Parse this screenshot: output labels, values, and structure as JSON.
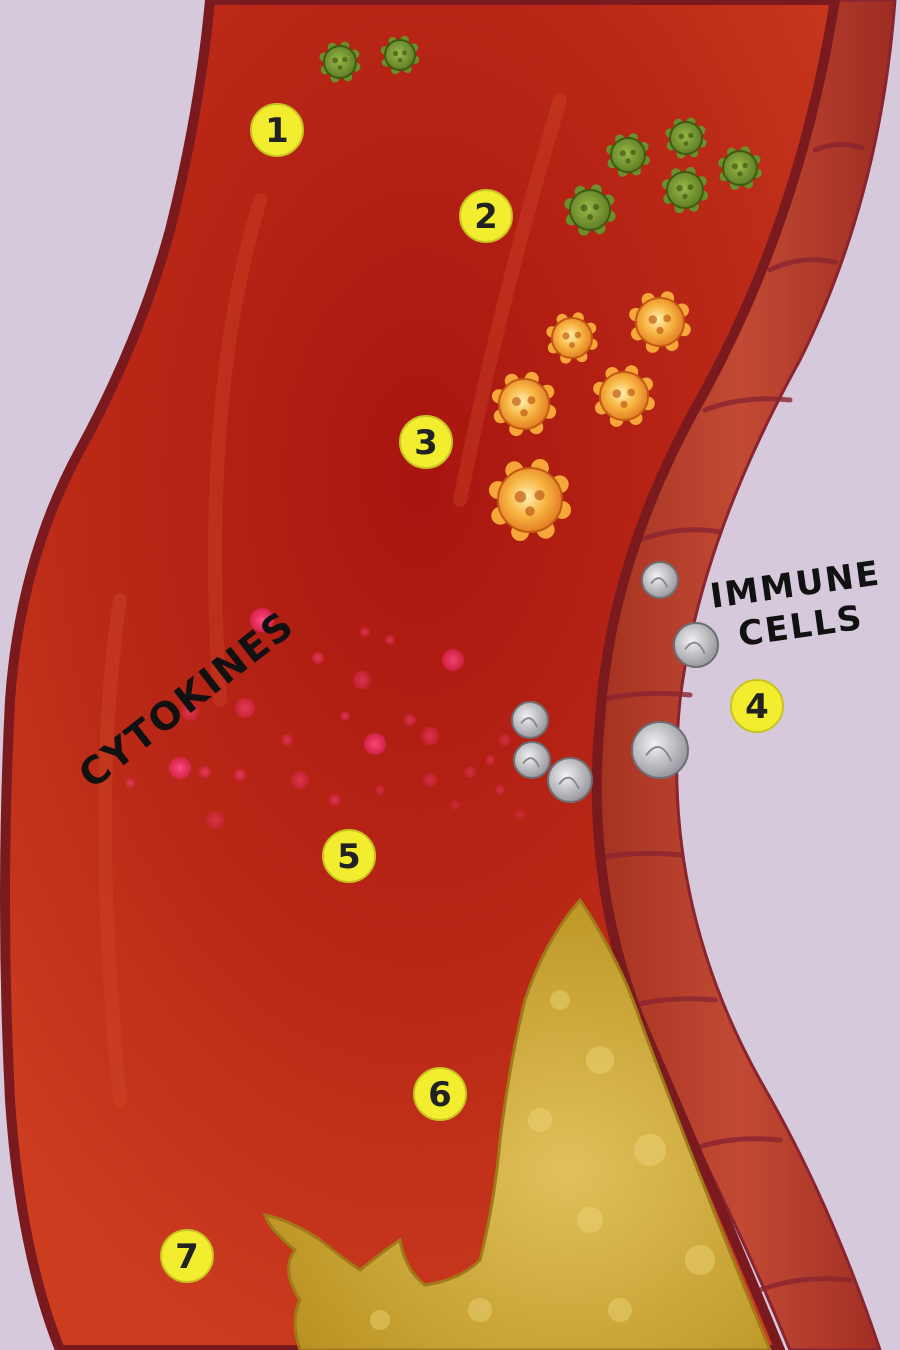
{
  "colors": {
    "background": "#d6c9dc",
    "vessel_wall_dark": "#7a1a1f",
    "vessel_lumen": "#c0311c",
    "vessel_lumen_deep": "#9e130f",
    "outer_wall": "#b33a2a",
    "ring_lines": "#8a2430",
    "plaque": "#c9a227",
    "plaque_light": "#e2c35a",
    "virus_green": "#6b8f2a",
    "virus_orange": "#f2a23a",
    "immune_cell": "#c9c9cc",
    "cytokine_pink": "#ff2f6a",
    "marker_yellow": "#f2ee2f"
  },
  "labels": {
    "immune_line1": "IMMUNE",
    "immune_line2": "CELLS",
    "cytokines": "CYTOKINES"
  },
  "markers": [
    "1",
    "2",
    "3",
    "4",
    "5",
    "6",
    "7"
  ],
  "icons": {
    "virus": "virus-icon",
    "activated_virus": "activated-virus-icon",
    "immune_cell": "immune-cell-icon",
    "cytokine": "cytokine-dot-icon",
    "plaque": "plaque-icon"
  }
}
